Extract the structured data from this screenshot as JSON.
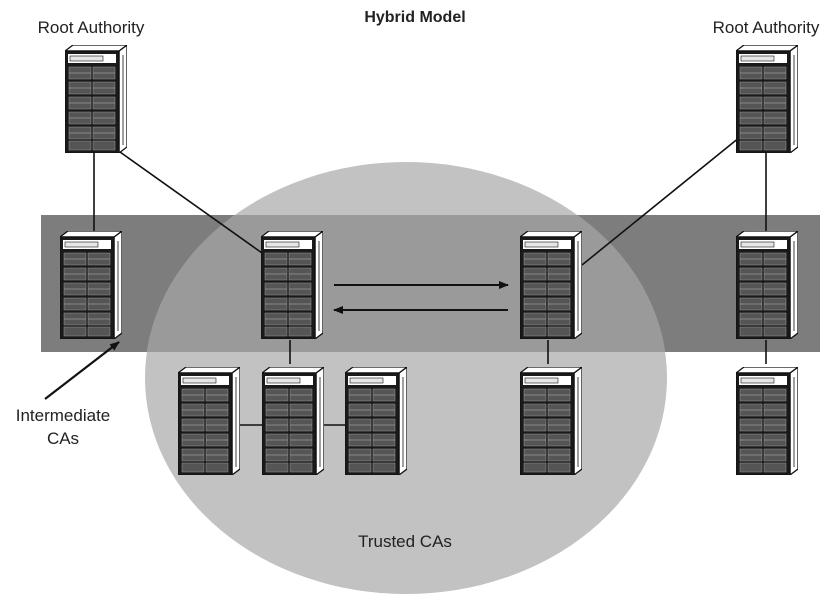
{
  "title": "Hybrid Model",
  "labels": {
    "root_left": "Root Authority",
    "root_right": "Root Authority",
    "intermediate_line1": "Intermediate",
    "intermediate_line2": "CAs",
    "trusted": "Trusted CAs"
  },
  "colors": {
    "band": "#7d7d7d",
    "ellipse": "#c2c2c2",
    "overlap": "#9a9a9a",
    "line": "#111111"
  },
  "icons": {
    "server": "server-rack-icon"
  }
}
